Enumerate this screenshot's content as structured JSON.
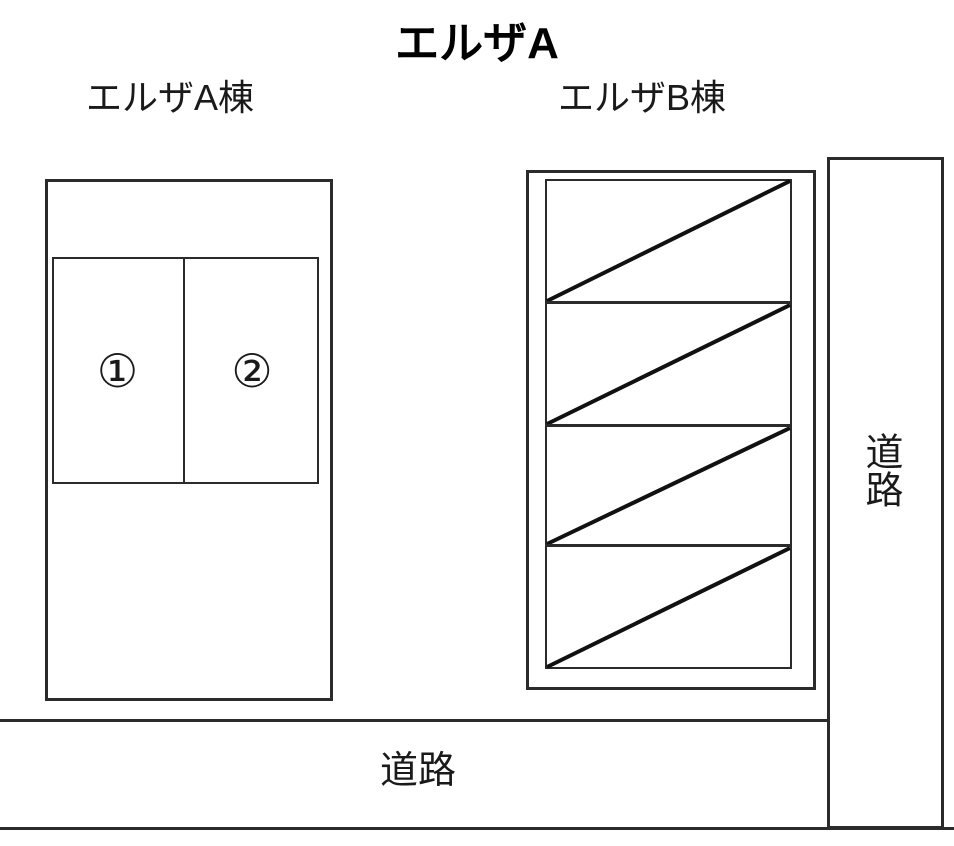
{
  "title": "エルザA",
  "buildings": {
    "a": {
      "label": "エルザA棟",
      "units": [
        {
          "number": "①"
        },
        {
          "number": "②"
        }
      ]
    },
    "b": {
      "label": "エルザB棟",
      "parking_stalls": 4
    }
  },
  "roads": {
    "bottom_label": "道路",
    "right_label": "道路"
  },
  "colors": {
    "line": "#2b2b2b",
    "diagonal": "#111111",
    "background": "#ffffff",
    "text": "#1a1a1a"
  }
}
